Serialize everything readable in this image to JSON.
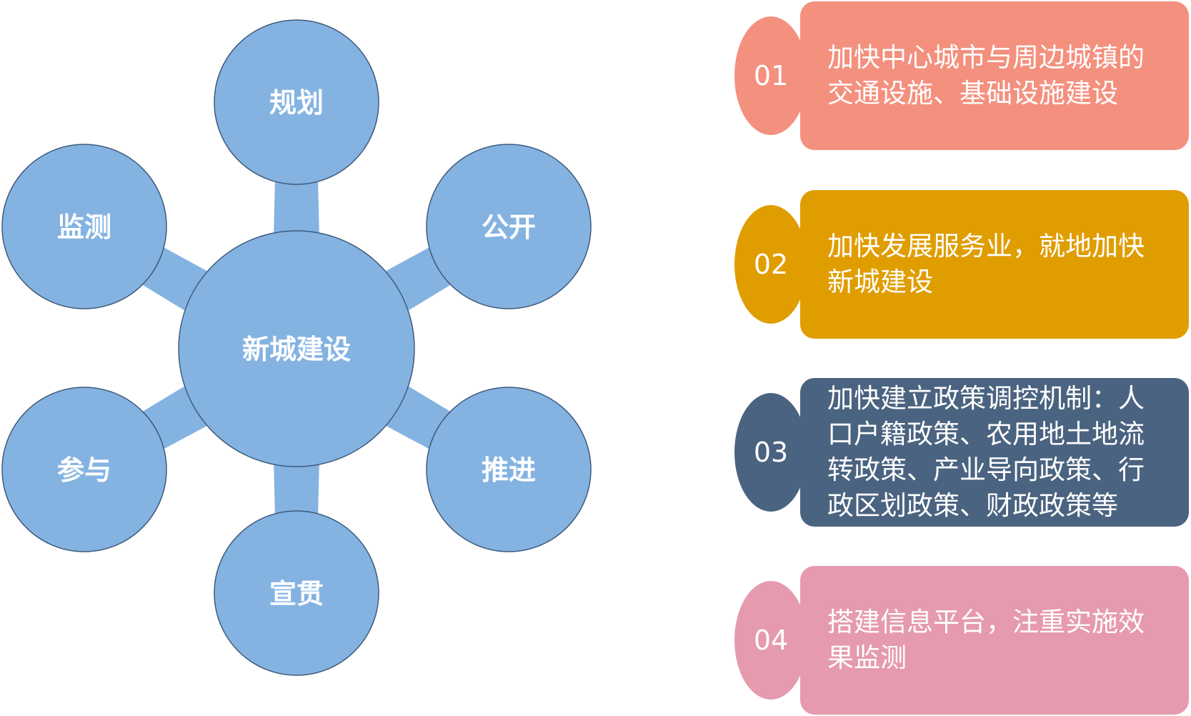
{
  "diagram": {
    "center": "新城建设",
    "nodes": {
      "top": "规划",
      "upper_left": "监测",
      "upper_right": "公开",
      "lower_left": "参与",
      "lower_right": "推进",
      "bottom": "宣贯"
    },
    "colors": {
      "node_fill": "#84B3E2",
      "node_stroke": "#3F5A7A",
      "label": "#FFFFFF"
    }
  },
  "items": [
    {
      "number": "01",
      "text": "加快中心城市与周边城镇的交通设施、基础设施建设",
      "color": "#F4907E"
    },
    {
      "number": "02",
      "text": "加快发展服务业，就地加快新城建设",
      "color": "#E09D00"
    },
    {
      "number": "03",
      "text": "加快建立政策调控机制：人口户籍政策、农用地土地流转政策、产业导向政策、行政区划政策、财政政策等",
      "color": "#4A6380"
    },
    {
      "number": "04",
      "text": "搭建信息平台，注重实施效果监测",
      "color": "#E69AAE"
    }
  ]
}
